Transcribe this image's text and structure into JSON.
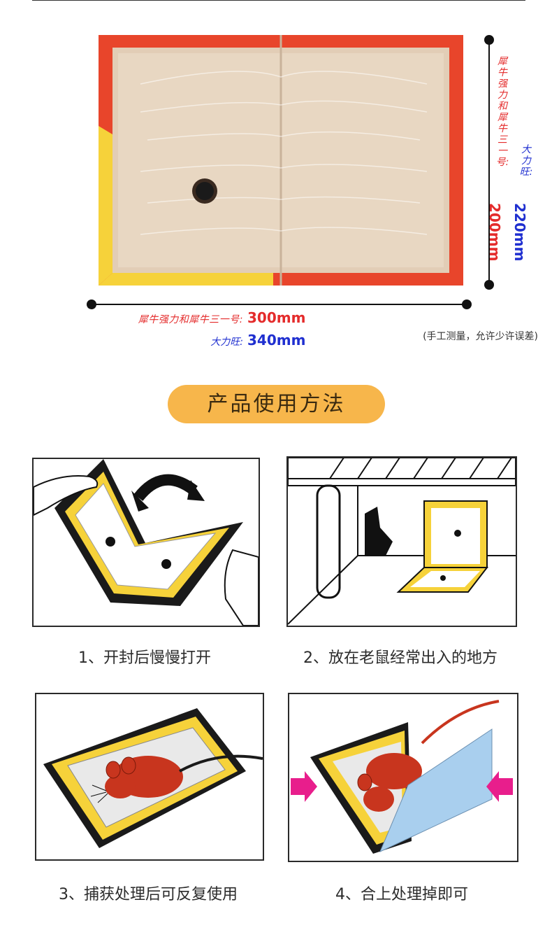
{
  "dimensions": {
    "width_label_red": "犀牛强力和犀牛三一号:",
    "width_value_red": "300mm",
    "width_label_blue": "大力旺:",
    "width_value_blue": "340mm",
    "height_label_red": "犀牛强力和犀牛三一号:",
    "height_value_red": "200mm",
    "height_label_blue": "大力旺:",
    "height_value_blue": "220mm",
    "note": "(手工测量，允许少许误差)"
  },
  "section_title": "产品使用方法",
  "steps": [
    {
      "caption": "1、开封后慢慢打开"
    },
    {
      "caption": "2、放在老鼠经常出入的地方"
    },
    {
      "caption": "3、捕获处理后可反复使用"
    },
    {
      "caption": "4、合上处理掉即可"
    }
  ],
  "colors": {
    "trap_red": "#e8452b",
    "trap_yellow": "#f6d23a",
    "cardboard": "#e2cdb6",
    "pill": "#f7b64b",
    "red_text": "#e42b2b",
    "blue_text": "#1f2fd0",
    "arrow_pink": "#e81e8c",
    "cover_blue": "#a9cfee"
  }
}
